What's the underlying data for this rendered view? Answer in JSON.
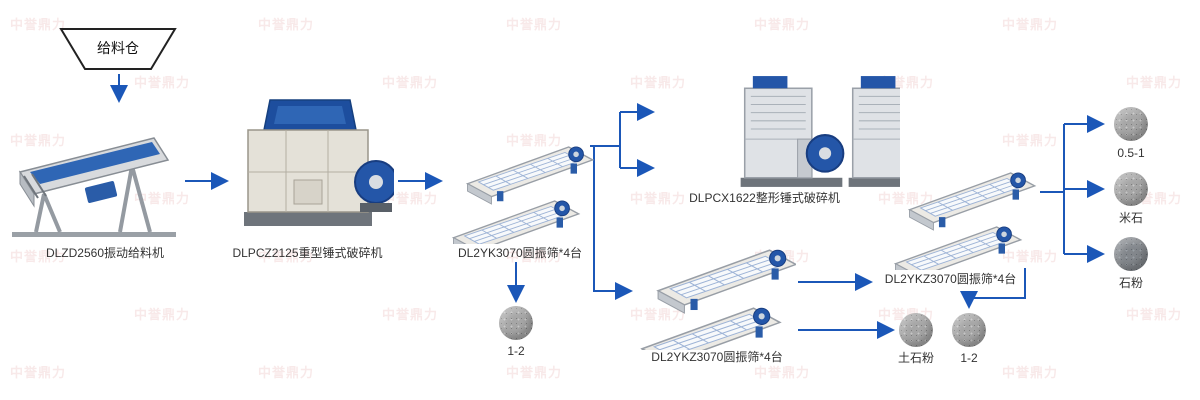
{
  "watermark": {
    "text": "中誉鼎力"
  },
  "colors": {
    "arrow_blue": "#1b57b8",
    "machine_blue": "#2456a8",
    "hopper_blue": "#1d4e9e",
    "body_beige": "#e4e1d8",
    "steel_gray": "#d8dadd",
    "pile_gray": "#a6a6a6",
    "pile_dark_gray": "#83878c",
    "watermark_red": "#c95454",
    "outline_black": "#222222"
  },
  "nodes": {
    "feed_bin": {
      "label": "给料仓"
    },
    "feeder": {
      "label": "DLZD2560振动给料机"
    },
    "primary_crusher": {
      "label": "DLPCZ2125重型锤式破碎机"
    },
    "main_screen": {
      "label": "DL2YK3070圆振筛*4台"
    },
    "shaping_crusher": {
      "label": "DLPCX1622整形锤式破碎机"
    },
    "middle_screen": {
      "label": "DL2YKZ3070圆振筛*4台"
    },
    "right_screen": {
      "label": "DL2YKZ3070圆振筛*4台"
    }
  },
  "products": {
    "under_main_screen": {
      "label": "1-2"
    },
    "soil_stone_powder": {
      "label": "土石粉"
    },
    "bottom_right_1_2": {
      "label": "1-2"
    },
    "size_05_1": {
      "label": "0.5-1"
    },
    "rice_stone": {
      "label": "米石"
    },
    "stone_powder": {
      "label": "石粉"
    }
  }
}
